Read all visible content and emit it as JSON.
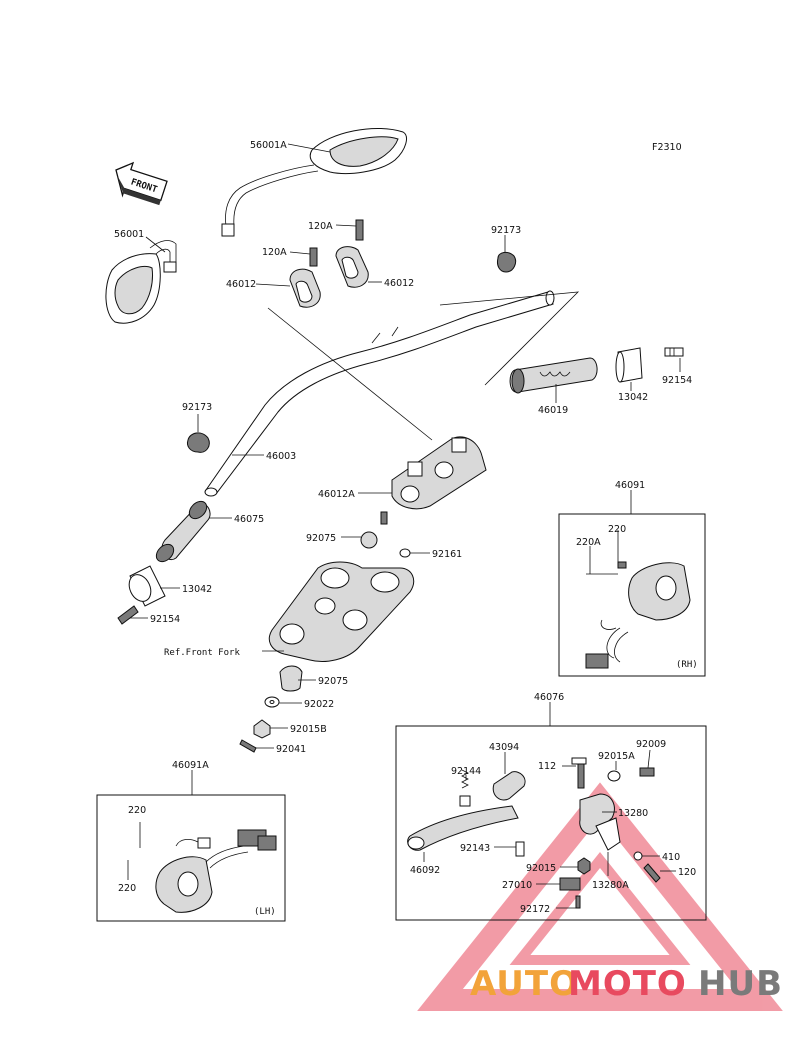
{
  "figure_code": "F2310",
  "front_marker": "FRONT",
  "parts": {
    "p56001A": "56001A",
    "p56001": "56001",
    "p120A_1": "120A",
    "p120A_2": "120A",
    "p46012_l": "46012",
    "p46012_r": "46012",
    "p92173_top": "92173",
    "p92173_left": "92173",
    "p46003": "46003",
    "p46019": "46019",
    "p13042_r": "13042",
    "p92154_r": "92154",
    "p46012A": "46012A",
    "p46075": "46075",
    "p92075_top": "92075",
    "p92161": "92161",
    "p13042_l": "13042",
    "p92154_l": "92154",
    "ref_front_fork": "Ref.Front Fork",
    "p92075_bot": "92075",
    "p92022": "92022",
    "p92015B": "92015B",
    "p92041": "92041",
    "p46091": "46091",
    "p220_rh": "220",
    "p220A_rh": "220A",
    "rh_tag": "(RH)",
    "p46076": "46076",
    "p43094": "43094",
    "p112": "112",
    "p92015A": "92015A",
    "p92009": "92009",
    "p92144": "92144",
    "p13280": "13280",
    "p92143": "92143",
    "p46092": "46092",
    "p92015": "92015",
    "p410": "410",
    "p120": "120",
    "p27010": "27010",
    "p13280A": "13280A",
    "p92172": "92172",
    "p46091A": "46091A",
    "p220_lh_top": "220",
    "p220_lh_bot": "220",
    "lh_tag": "(LH)"
  },
  "watermark": {
    "part1": "AUTO",
    "part2": "MOTO",
    "part3": "HUB",
    "color_primary": "#f2a33a",
    "color_secondary": "#e84a5f",
    "color_dark": "#7a7a7a"
  }
}
